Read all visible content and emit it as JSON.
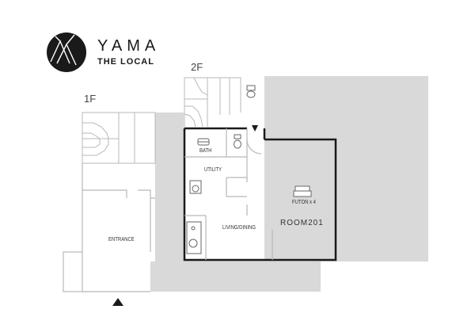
{
  "brand": {
    "name": "YAMA",
    "tagline": "THE LOCAL"
  },
  "floors": {
    "first": "1F",
    "second": "2F"
  },
  "rooms": {
    "bath": "BATH",
    "utility": "UTILITY",
    "living_dining": "LIVING/DINING",
    "entrance": "ENTRANCE",
    "room_name": "ROOM201",
    "futon": "FUTON x 4"
  },
  "colors": {
    "wall": "#1a1a1a",
    "thin_line": "#b8b8b8",
    "shaded_area": "#d9d9d9",
    "background": "#ffffff"
  }
}
